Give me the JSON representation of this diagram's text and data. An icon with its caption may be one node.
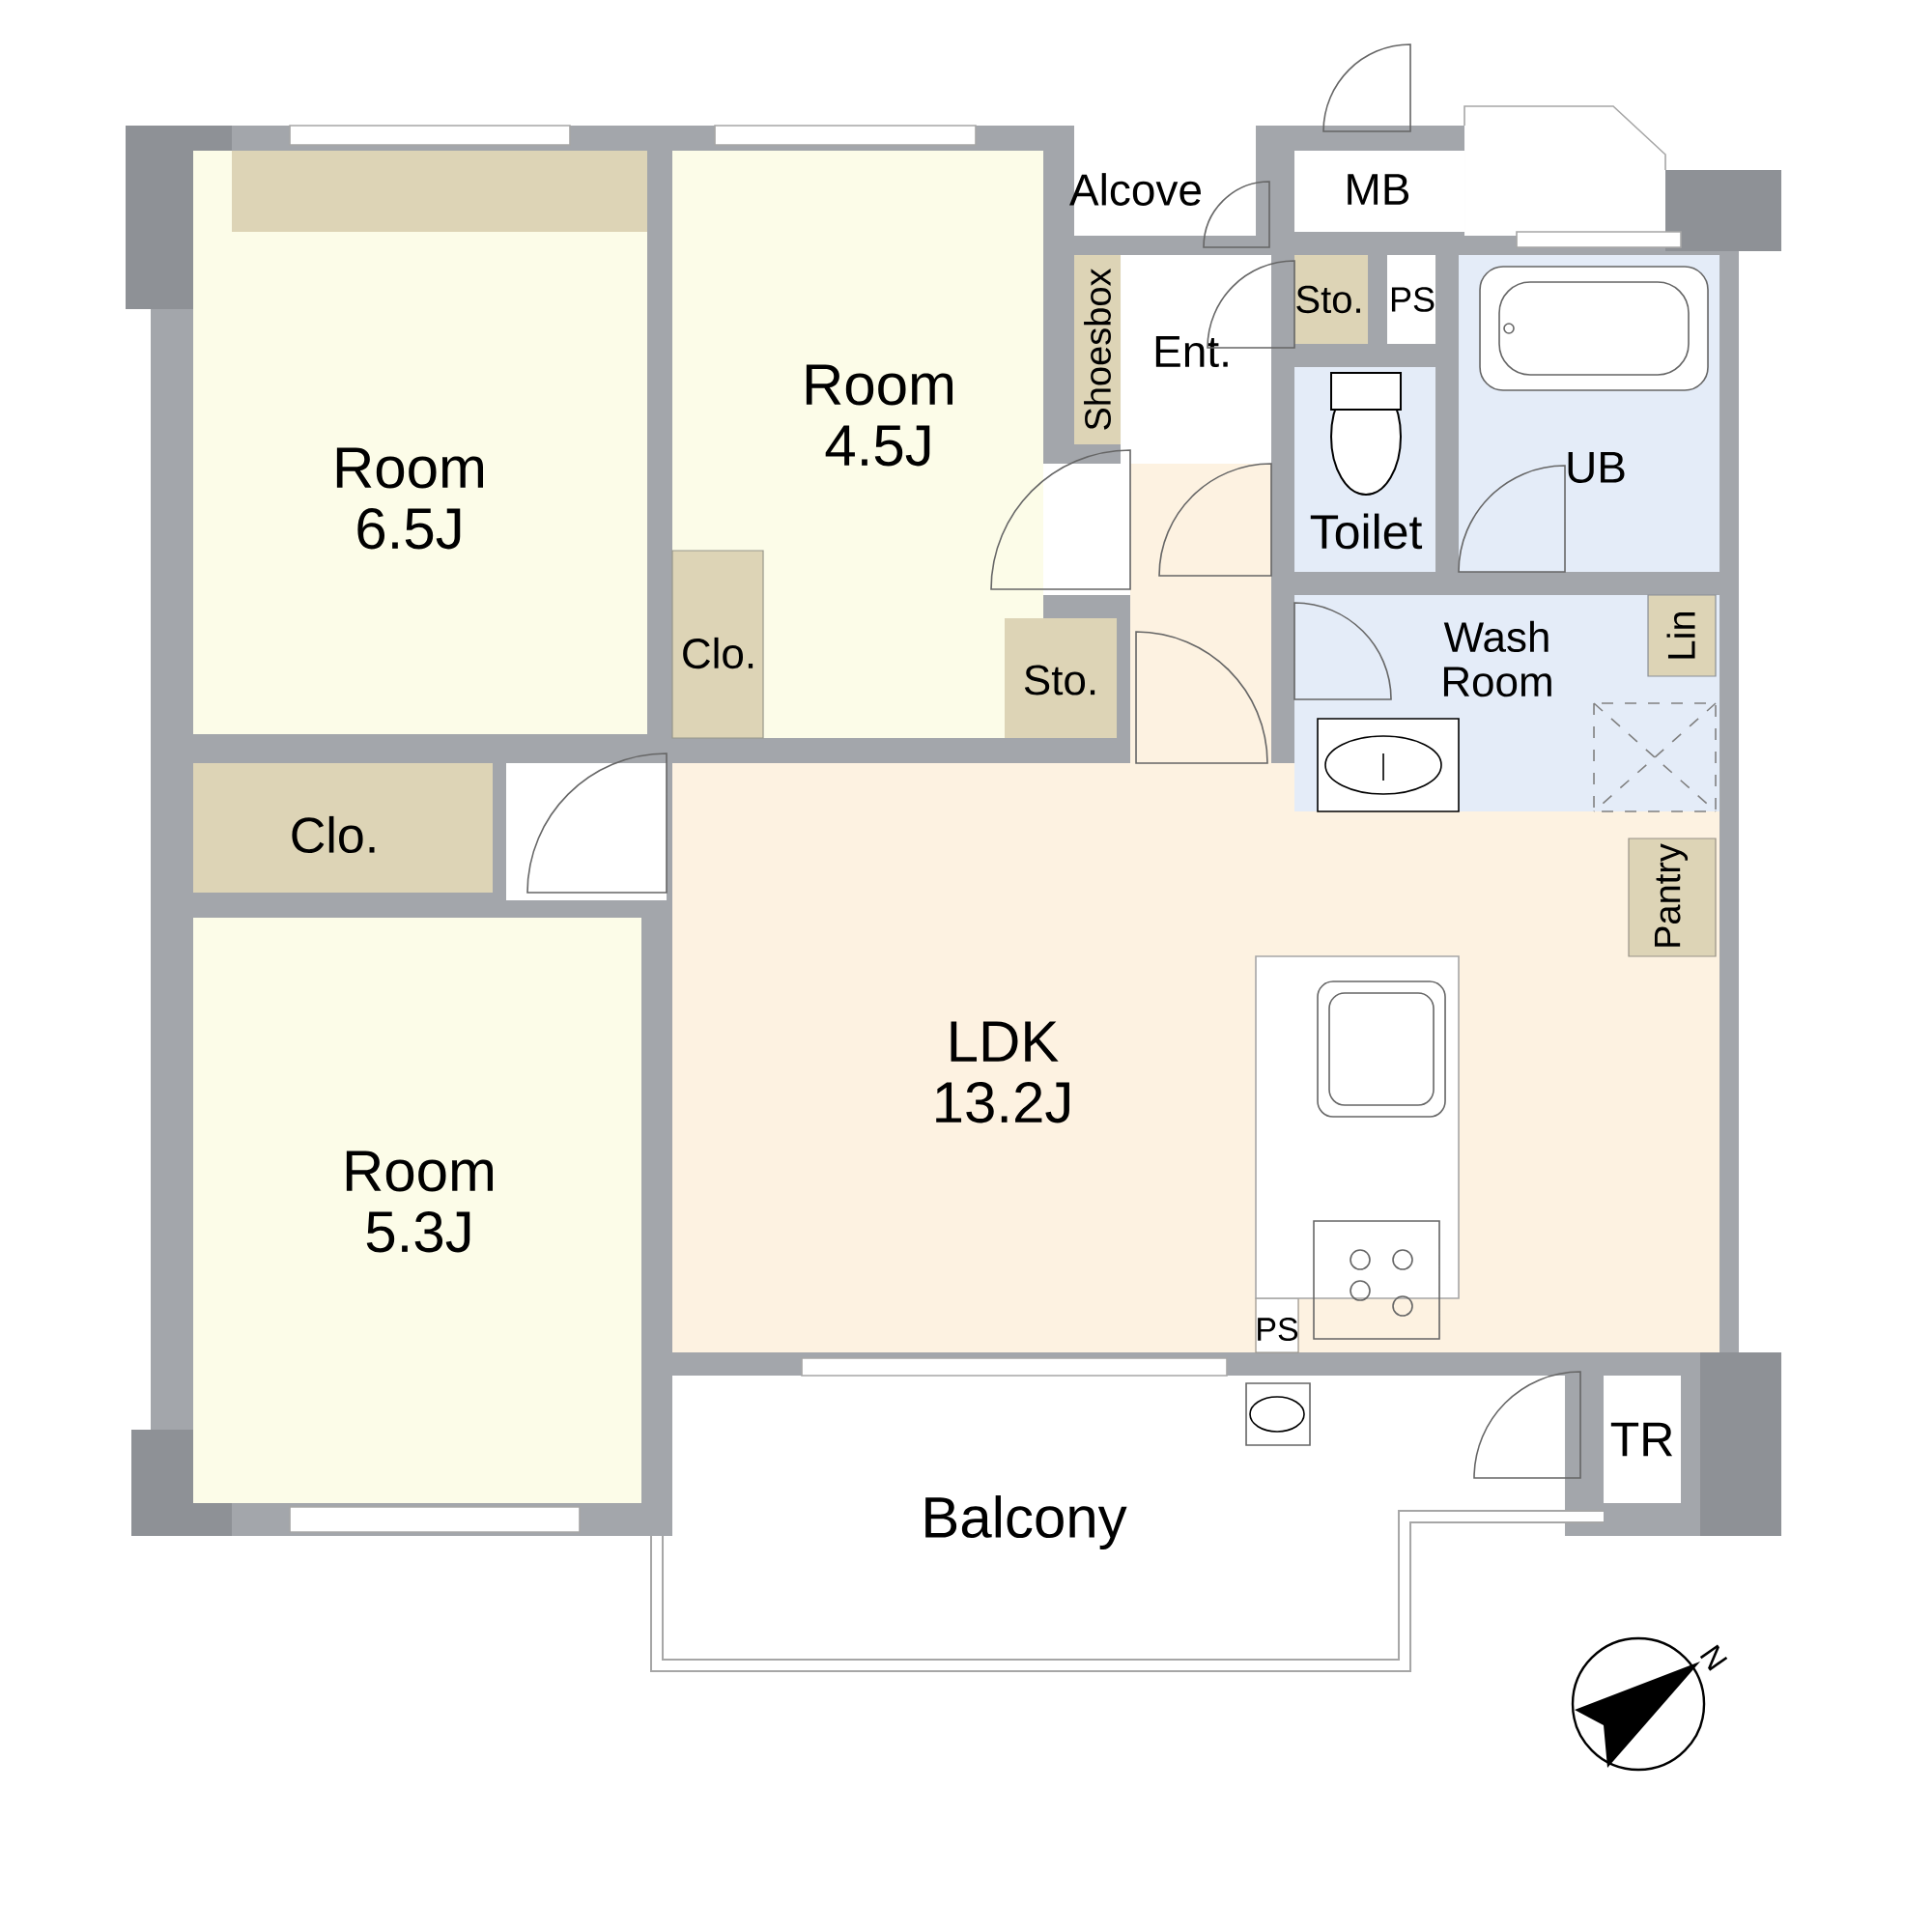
{
  "diagram": {
    "nodes": [
      {
        "text": [
          "Room 6.5J"
        ]
      },
      {
        "text": [
          "Alcove"
        ]
      },
      {
        "text": [
          "MB"
        ]
      },
      {
        "text": [
          "Room 4.5J"
        ]
      },
      {
        "text": [
          "Shoesbox"
        ]
      },
      {
        "text": [
          "Ent."
        ]
      },
      {
        "text": [
          "Sto."
        ]
      },
      {
        "text": [
          "PS"
        ]
      },
      {
        "text": [
          "UB"
        ]
      },
      {
        "text": [
          "Toilet"
        ]
      },
      {
        "text": [
          "Clo."
        ],
        "in": 3
      },
      {
        "text": [
          "Sto."
        ]
      },
      {
        "text": [
          "Wash Room"
        ]
      },
      {
        "text": [
          "Lin"
        ],
        "in": 12
      },
      {
        "text": [
          "Clo."
        ]
      },
      {
        "text": [
          "LDK 13.2J"
        ]
      },
      {
        "text": [
          "Pantry"
        ],
        "in": 15
      },
      {
        "text": [
          "Room 5.3J"
        ]
      },
      {
        "text": [
          "PS"
        ],
        "in": 15
      },
      {
        "text": [
          "TR"
        ]
      },
      {
        "text": [
          "Balcony"
        ]
      }
    ],
    "labels": [
      "N"
    ]
  }
}
